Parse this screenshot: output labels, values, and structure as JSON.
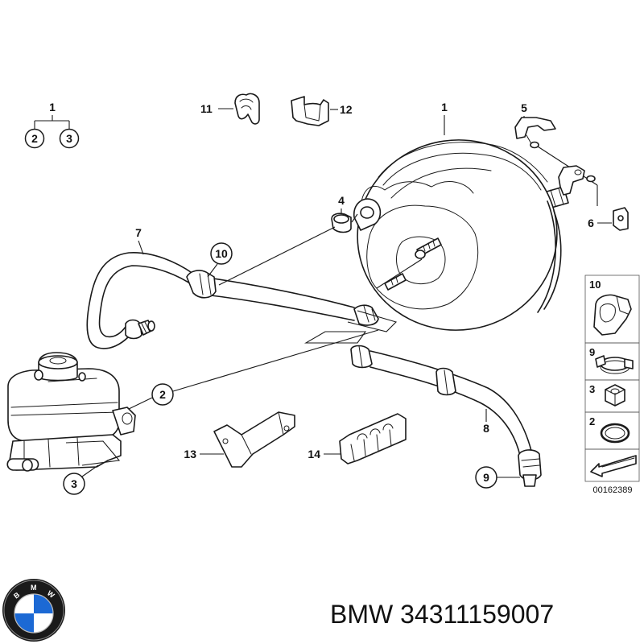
{
  "diagram": {
    "diagram_id": "00162389",
    "labels": {
      "legend_parent": "1",
      "legend_child_a": "2",
      "legend_child_b": "3",
      "booster": "1",
      "grommet_left": "11",
      "grommet_right": "12",
      "bracket": "5",
      "sleeve": "4",
      "clip": "6",
      "hose_upper": "7",
      "clamp_callout": "10",
      "seal_callout": "2",
      "hose_lower": "8",
      "master_cyl_nut": "3",
      "bracket_13": "13",
      "holder_14": "14",
      "hose_end": "9"
    },
    "side_panel": [
      {
        "label": "10",
        "icon": "hose-clamp-icon"
      },
      {
        "label": "9",
        "icon": "hose-band-icon"
      },
      {
        "label": "3",
        "icon": "hex-nut-icon"
      },
      {
        "label": "2",
        "icon": "seal-ring-icon"
      },
      {
        "label": "",
        "icon": "arrow-pointer-icon"
      }
    ]
  },
  "caption": {
    "brand": "BMW",
    "part_number": "34311159007"
  },
  "logo": {
    "name": "bmw-roundel-logo",
    "letters": "BMW",
    "colors": {
      "blue": "#1c69d4",
      "white": "#ffffff",
      "ring": "#1a1a1a"
    }
  }
}
